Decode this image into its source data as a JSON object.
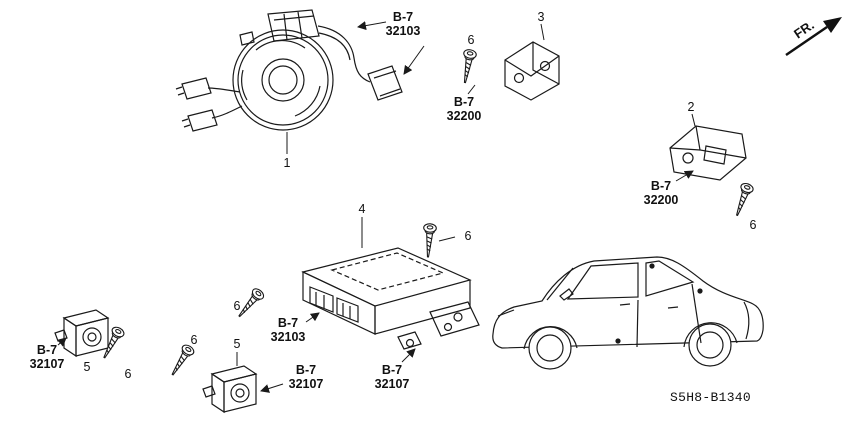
{
  "diagram": {
    "code": "S5H8-B1340",
    "fr_label": "FR.",
    "callouts": {
      "n1": "1",
      "n2": "2",
      "n3": "3",
      "n4": "4",
      "n5": "5",
      "n6": "6"
    },
    "refs": {
      "b7_32103": {
        "line1": "B-7",
        "line2": "32103"
      },
      "b7_32200": {
        "line1": "B-7",
        "line2": "32200"
      },
      "b7_32107": {
        "line1": "B-7",
        "line2": "32107"
      }
    }
  }
}
